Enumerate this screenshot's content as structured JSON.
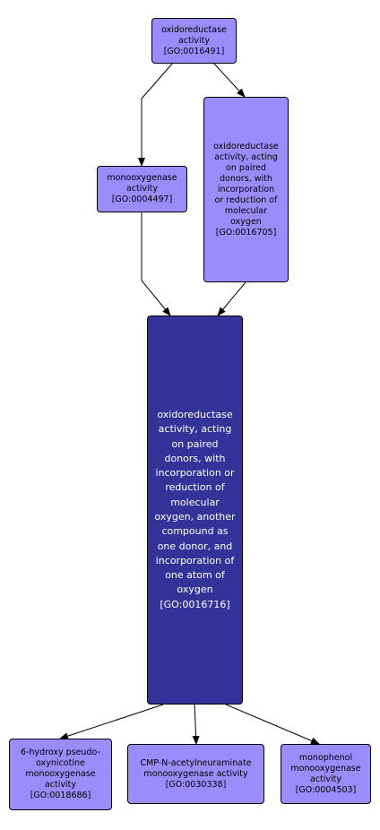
{
  "colors": {
    "node_fill": "#9b8cfc",
    "focus_fill": "#333399",
    "focus_text": "#ffffff",
    "edge": "#000000"
  },
  "nodes": {
    "oxidoreductase": {
      "name": "oxidoreductase activity",
      "id": "[GO:0016491]"
    },
    "paired_donors": {
      "name": "oxidoreductase activity, acting on paired donors, with incorporation or reduction of molecular oxygen",
      "id": "[GO:0016705]"
    },
    "monooxygenase": {
      "name": "monooxygenase activity",
      "id": "[GO:0004497]"
    },
    "focus": {
      "name": "oxidoreductase activity, acting on paired donors, with incorporation or reduction of molecular oxygen, another compound as one donor, and incorporation of one atom of oxygen",
      "id": "[GO:0016716]"
    },
    "hydroxy": {
      "name": "6-hydroxy pseudo-oxynicotine monooxygenase activity",
      "id": "[GO:0018686]"
    },
    "cmp": {
      "name": "CMP-N-acetylneuraminate monooxygenase activity",
      "id": "[GO:0030338]"
    },
    "monophenol": {
      "name": "monophenol monooxygenase activity",
      "id": "[GO:0004503]"
    }
  },
  "edges": [
    {
      "from": "oxidoreductase",
      "to": "monooxygenase"
    },
    {
      "from": "oxidoreductase",
      "to": "paired_donors"
    },
    {
      "from": "monooxygenase",
      "to": "focus"
    },
    {
      "from": "paired_donors",
      "to": "focus"
    },
    {
      "from": "focus",
      "to": "hydroxy"
    },
    {
      "from": "focus",
      "to": "cmp"
    },
    {
      "from": "focus",
      "to": "monophenol"
    }
  ]
}
